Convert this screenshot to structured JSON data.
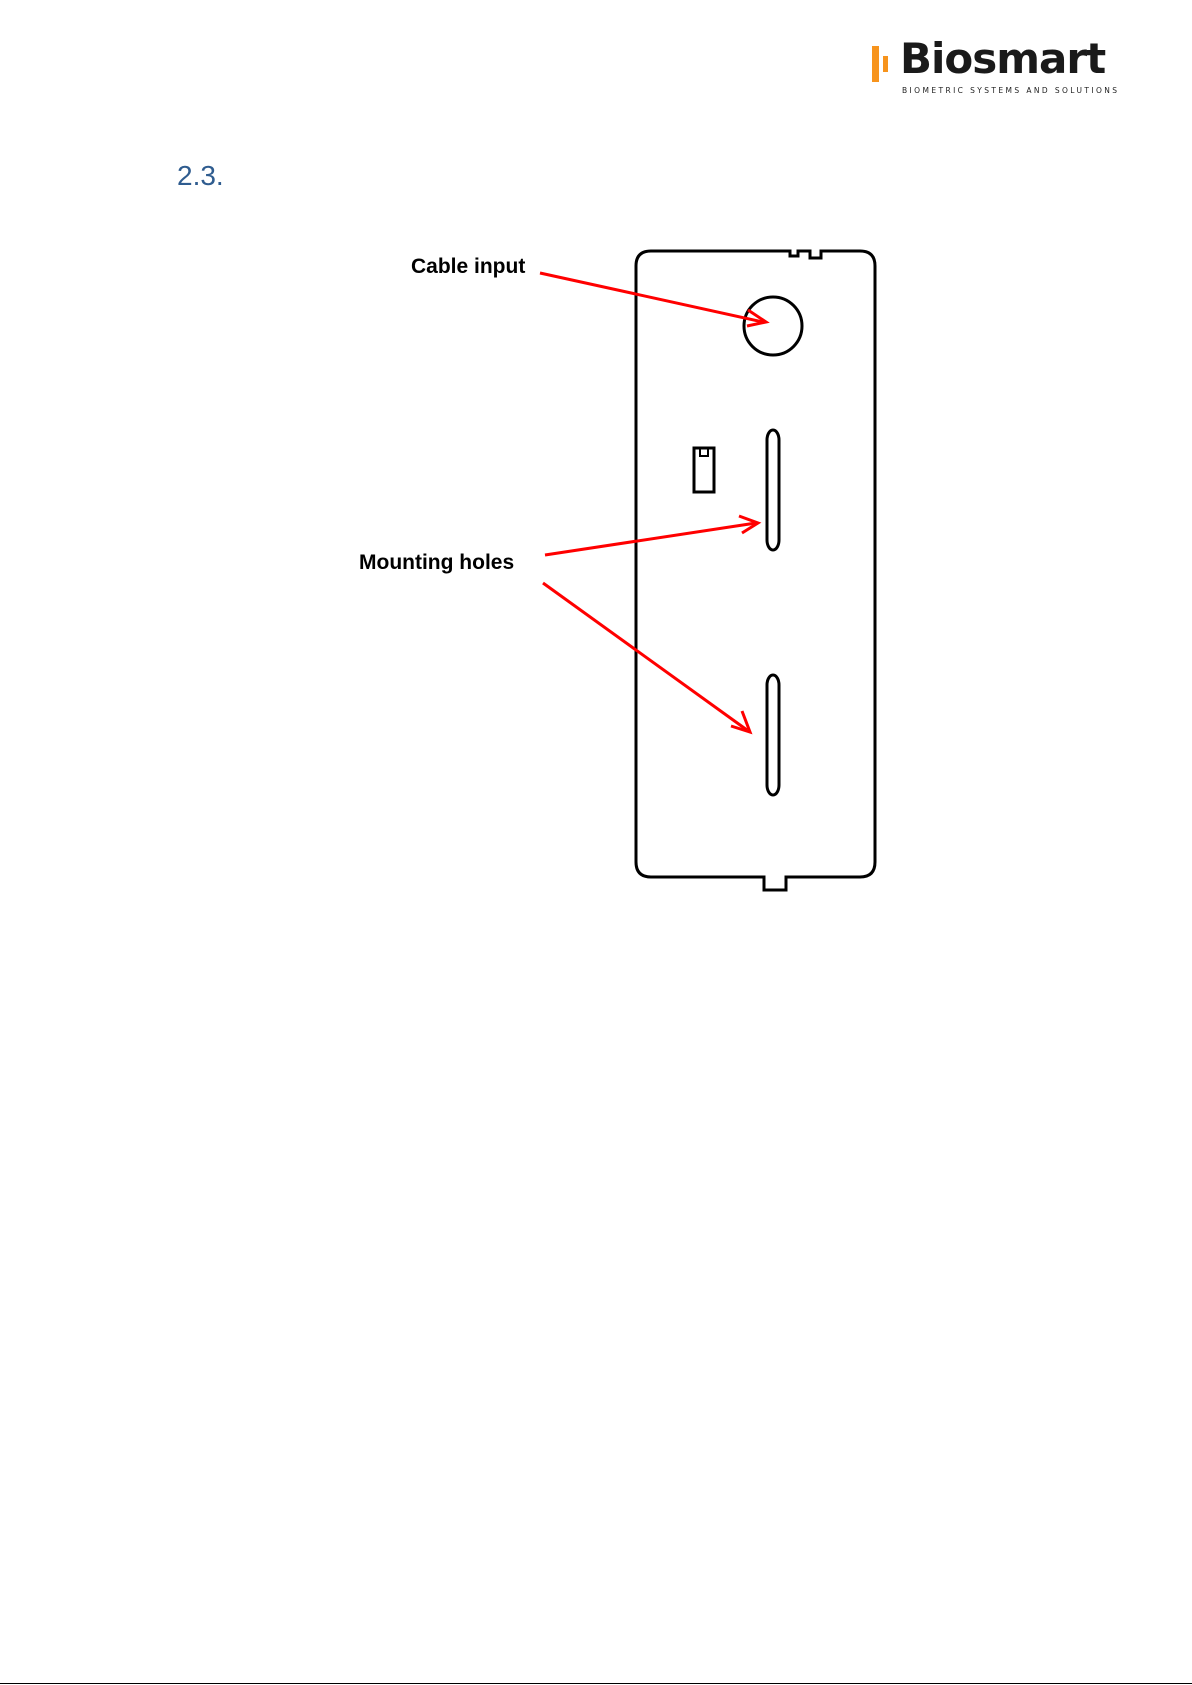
{
  "header": {
    "logo_text": "Biosmart",
    "logo_tagline": "BIOMETRIC SYSTEMS AND SOLUTIONS",
    "brand_color": "#f7941d"
  },
  "section": {
    "number": "2.3.",
    "color": "#2f5c8f"
  },
  "figure": {
    "labels": {
      "cable_input": "Cable input",
      "mounting_holes": "Mounting holes"
    },
    "arrow_color": "#ff0000"
  }
}
